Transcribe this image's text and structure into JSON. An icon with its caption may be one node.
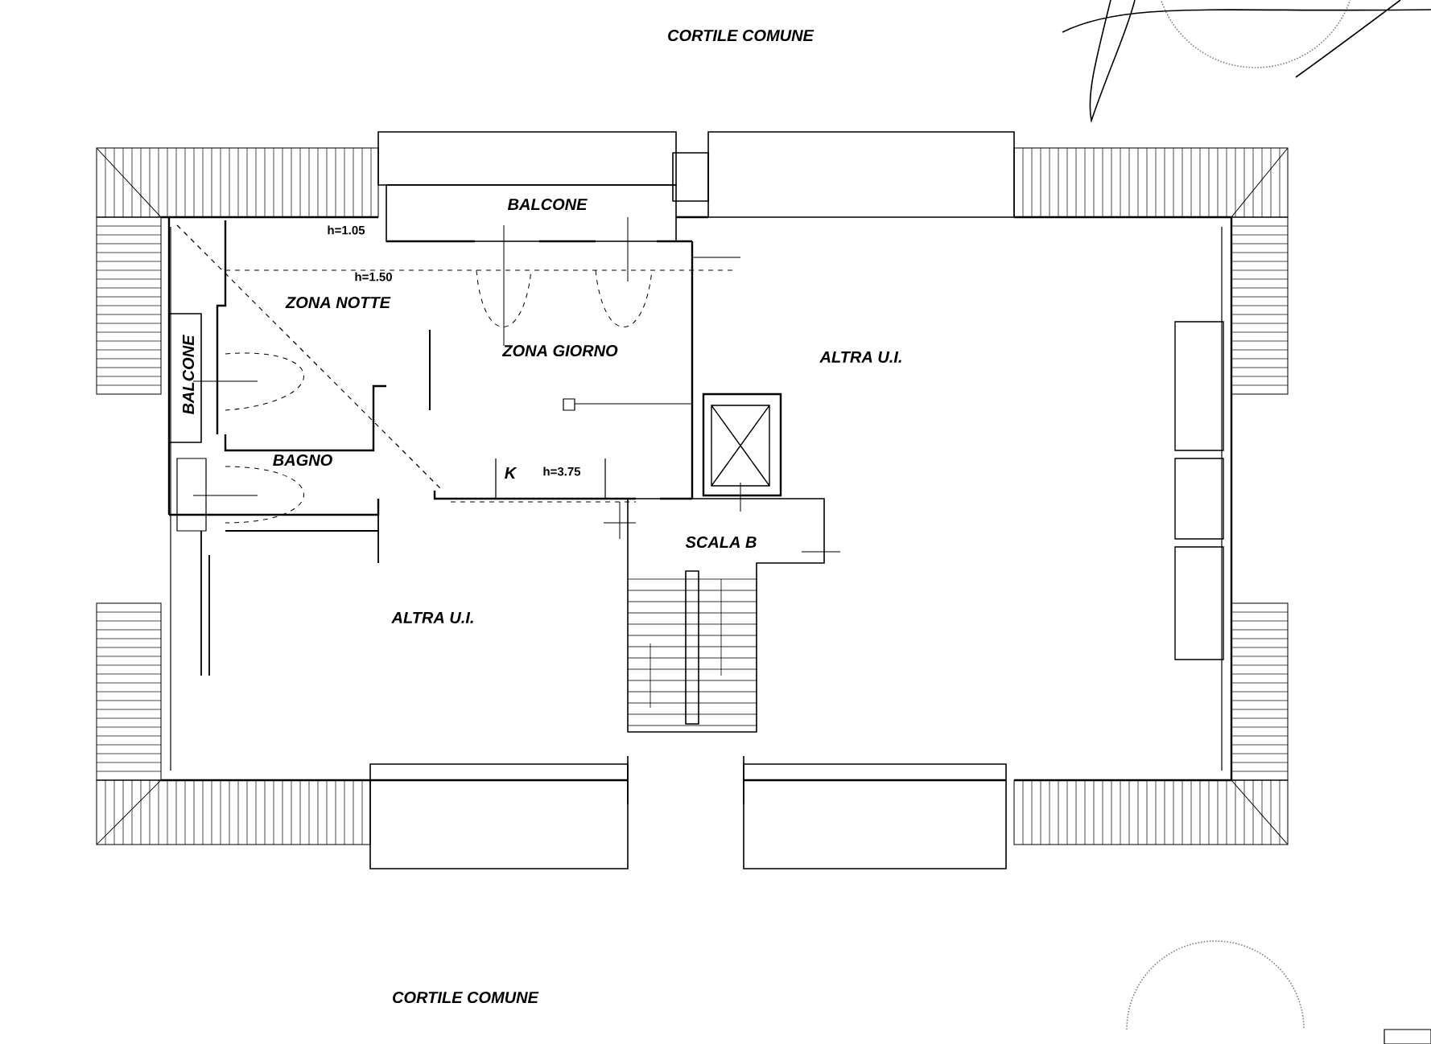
{
  "diagram": {
    "labels": [
      "CORTILE COMUNE",
      "BALCONE",
      "h=1.05",
      "h=1.50",
      "ZONA NOTTE",
      "ZONA GIORNO",
      "ALTRA U.I.",
      "BALCONE",
      "BAGNO",
      "K",
      "h=3.75",
      "SCALA B",
      "ALTRA U.I.",
      "CORTILE COMUNE"
    ]
  }
}
